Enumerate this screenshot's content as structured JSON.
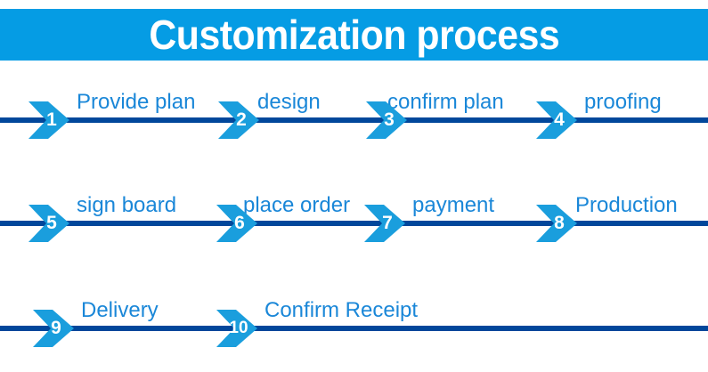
{
  "header": {
    "title": "Customization process",
    "background_color": "#059ce4",
    "text_color": "#ffffff"
  },
  "colors": {
    "line": "#01479b",
    "arrow": "#1a9edd",
    "label_text": "#1a87d8",
    "number_text": "#ffffff",
    "background": "#ffffff"
  },
  "rows": [
    {
      "name": "row-1",
      "steps": [
        {
          "number": "1",
          "label": "Provide plan"
        },
        {
          "number": "2",
          "label": "design"
        },
        {
          "number": "3",
          "label": "confirm plan"
        },
        {
          "number": "4",
          "label": "proofing"
        }
      ]
    },
    {
      "name": "row-2",
      "steps": [
        {
          "number": "5",
          "label": "sign board"
        },
        {
          "number": "6",
          "label": "place order"
        },
        {
          "number": "7",
          "label": "payment"
        },
        {
          "number": "8",
          "label": "Production"
        }
      ]
    },
    {
      "name": "row-3",
      "steps": [
        {
          "number": "9",
          "label": "Delivery"
        },
        {
          "number": "10",
          "label": "Confirm Receipt"
        }
      ]
    }
  ]
}
